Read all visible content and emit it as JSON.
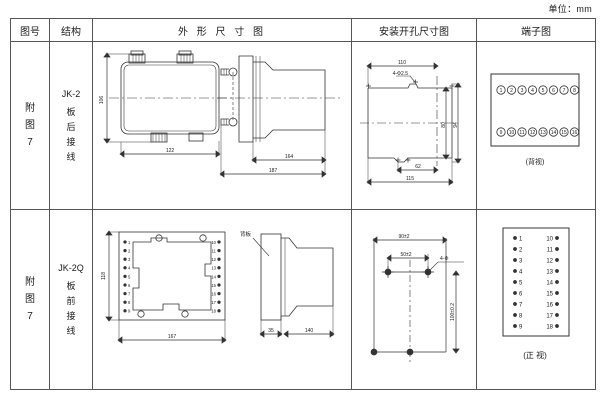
{
  "unit_note": "单位：mm",
  "table": {
    "headers": [
      {
        "key": "fig_no",
        "label": "图号"
      },
      {
        "key": "structure",
        "label": "结构"
      },
      {
        "key": "outline",
        "label": "外 形 尺 寸 图"
      },
      {
        "key": "mounting",
        "label": "安装开孔尺寸图"
      },
      {
        "key": "terminal",
        "label": "端子图"
      }
    ],
    "rows": [
      {
        "fig_no": [
          "附",
          "图",
          "7"
        ],
        "structure": {
          "model": "JK-2",
          "chars": [
            "板",
            "后",
            "接",
            "线"
          ]
        },
        "outline": {
          "front_view": {
            "height_dim": "106",
            "width_dim": "122"
          },
          "side_view": {
            "body_dim": "164",
            "total_dim": "187"
          }
        },
        "mounting": {
          "top_dim": "110",
          "hole_note": "4-Φ2.5",
          "right_inner_dim": "80",
          "right_outer_dim": "94",
          "bottom_inner_dim": "62",
          "bottom_outer_dim": "115"
        },
        "terminal": {
          "view_label": "(背视)",
          "top_row": [
            "1",
            "2",
            "3",
            "4",
            "5",
            "6",
            "7",
            "8"
          ],
          "bottom_row": [
            "9",
            "10",
            "11",
            "12",
            "13",
            "14",
            "15",
            "16"
          ]
        }
      },
      {
        "fig_no": [
          "附",
          "图",
          "7"
        ],
        "structure": {
          "model": "JK-2Q",
          "chars": [
            "板",
            "前",
            "接",
            "线"
          ]
        },
        "outline": {
          "front_view": {
            "height_dim": "118",
            "width_dim": "167",
            "left_terminals": [
              "1",
              "2",
              "3",
              "4",
              "5",
              "6",
              "7",
              "8",
              "9"
            ],
            "right_terminals": [
              "10",
              "11",
              "12",
              "13",
              "14",
              "15",
              "16",
              "17",
              "18"
            ]
          },
          "side_view": {
            "panel_label": "背板",
            "panel_dim": "35",
            "body_dim": "140"
          }
        },
        "mounting": {
          "top_dim": "90±2",
          "inner_dim": "50±2",
          "hole_note": "4-Φ",
          "vertical_dim": "100±0.2"
        },
        "terminal": {
          "view_label": "(正 视)",
          "left_col": [
            "1",
            "2",
            "3",
            "4",
            "5",
            "6",
            "7",
            "8",
            "9"
          ],
          "right_col": [
            "10",
            "11",
            "12",
            "13",
            "14",
            "15",
            "16",
            "17",
            "18"
          ]
        }
      }
    ]
  },
  "colors": {
    "line": "#333333",
    "border": "#555555",
    "text": "#1a1a1a"
  }
}
